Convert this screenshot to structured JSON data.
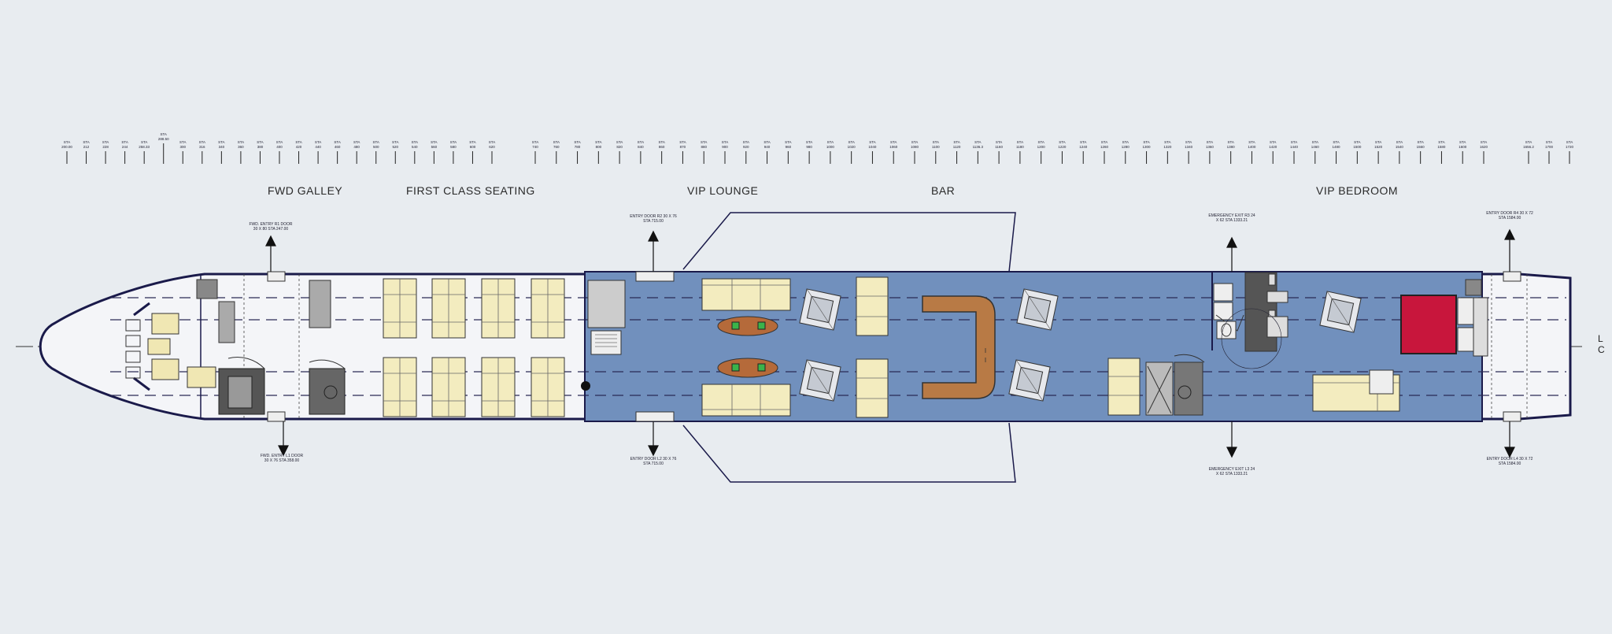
{
  "zones": {
    "fwd_galley": "FWD GALLEY",
    "first_class": "FIRST CLASS SEATING",
    "vip_lounge": "VIP LOUNGE",
    "bar": "BAR",
    "vip_bedroom": "VIP BEDROOM"
  },
  "centerline": {
    "top": "L",
    "bottom": "C"
  },
  "doors": {
    "fwd_r1": "FWD. ENTRY R1 DOOR 30 X 80 STA 247.00",
    "fwd_l1": "FWD. ENTRY L1 DOOR 30 X 76 STA 358.00",
    "entry_r2": "ENTRY DOOR R2 30 X 76 STA 715.00",
    "entry_l2": "ENTRY DOOR L2 30 X 76 STA 715.00",
    "emer_r3": "EMERGENCY EXIT R3 24 X 62 STA 1333.21",
    "emer_l3": "EMERGENCY EXIT L3 24 X 62 STA 1333.21",
    "entry_r4": "ENTRY DOOR R4 30 X 72 STA 1584.00",
    "entry_l4": "ENTRY DOOR L4 30 X 72 STA 1584.00"
  },
  "stations": [
    "STA 200.00",
    "STA 212",
    "STA 228",
    "STA 244",
    "STA 258.33",
    "STA 288.50",
    "STA 300",
    "STA 316",
    "STA 340",
    "STA 360",
    "STA 380",
    "STA 400",
    "STA 420",
    "STA 440",
    "STA 460",
    "STA 480",
    "STA 500",
    "STA 520",
    "STA 540",
    "STA 560",
    "STA 580",
    "STA 600",
    "STA 620",
    "STA 740",
    "STA 760",
    "STA 780",
    "STA 800",
    "STA 820",
    "STA 840",
    "STA 860",
    "STA 870",
    "STA 880",
    "STA 900",
    "STA 920",
    "STA 940",
    "STA 960",
    "STA 980",
    "STA 1000",
    "STA 1020",
    "STA 1040",
    "STA 1060",
    "STA 1080",
    "STA 1100",
    "STA 1120",
    "STA 1136.3",
    "STA 1160",
    "STA 1180",
    "STA 1200",
    "STA 1220",
    "STA 1240",
    "STA 1260",
    "STA 1280",
    "STA 1300",
    "STA 1320",
    "STA 1340",
    "STA 1360",
    "STA 1380",
    "STA 1400",
    "STA 1420",
    "STA 1440",
    "STA 1460",
    "STA 1480",
    "STA 1500",
    "STA 1520",
    "STA 1540",
    "STA 1560",
    "STA 1580",
    "STA 1600",
    "STA 1620",
    "STA 1656.2",
    "STA 1700",
    "STA 1720"
  ],
  "colors": {
    "background": "#e8ecf0",
    "cabin_blue": "#7190bd",
    "outline": "#1a1a4a",
    "seat": "#f3ecbf",
    "bar_counter": "#b87a45",
    "table": "#b56a3a",
    "bed": "#c8163c"
  }
}
